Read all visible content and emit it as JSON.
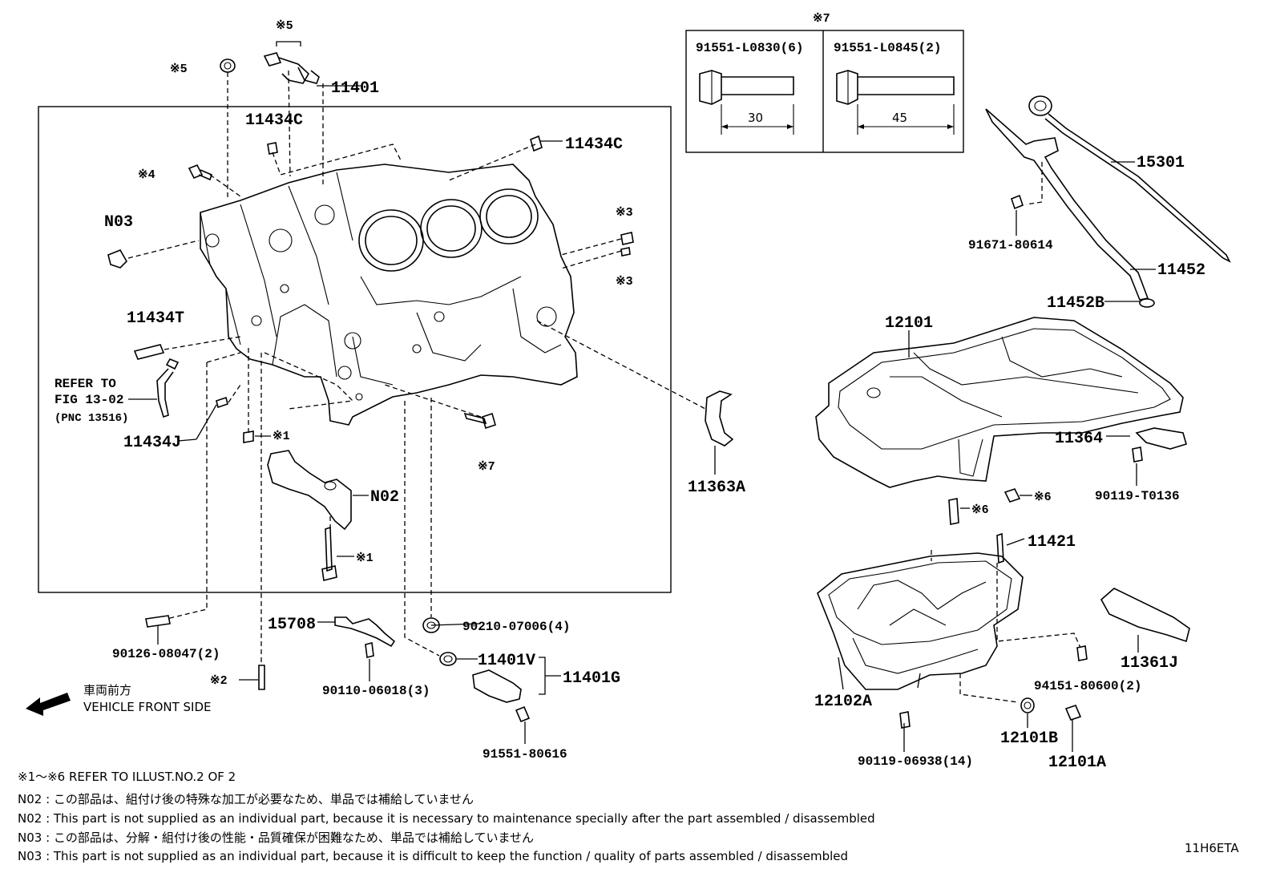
{
  "labels": {
    "p11401": "11401",
    "p11434c_a": "11434C",
    "p11434c_b": "11434C",
    "p11434t": "11434T",
    "p11434j": "11434J",
    "n03": "N03",
    "n02": "N02",
    "ref_to": "REFER TO",
    "fig": "FIG 13-02",
    "pnc": "(PNC 13516)",
    "m5_top": "※5",
    "m5_left": "※5",
    "m4": "※4",
    "m3_a": "※3",
    "m3_b": "※3",
    "m1_a": "※1",
    "m1_b": "※1",
    "m7_bolt": "※7",
    "m2": "※2",
    "m6_a": "※6",
    "m6_b": "※6",
    "m7_title": "※7",
    "p11363a": "11363A",
    "p90126": "90126-08047(2)",
    "p15708": "15708",
    "p90110": "90110-06018(3)",
    "p90210": "90210-07006(4)",
    "p11401v": "11401V",
    "p11401g": "11401G",
    "p91551_80616": "91551-80616",
    "p15301": "15301",
    "p91671": "91671-80614",
    "p11452": "11452",
    "p11452b": "11452B",
    "p12101": "12101",
    "p11364": "11364",
    "p90119_t0136": "90119-T0136",
    "p11421": "11421",
    "p12102a": "12102A",
    "p11361j": "11361J",
    "p94151": "94151-80600(2)",
    "p12101b": "12101B",
    "p12101a": "12101A",
    "p90119_06938": "90119-06938(14)"
  },
  "bolt_table": {
    "left_part": "91551-L0830(6)",
    "left_len": "30",
    "right_part": "91551-L0845(2)",
    "right_len": "45"
  },
  "front": {
    "jp": "車両前方",
    "en": "VEHICLE FRONT SIDE"
  },
  "notes": {
    "refer": "※1〜※6  REFER TO ILLUST.NO.2 OF 2",
    "n02_jp": "N02 : この部品は、組付け後の特殊な加工が必要なため、単品では補給していません",
    "n02_en": "N02 : This part is not supplied as an individual part, because it is necessary to maintenance specially after the part assembled / disassembled",
    "n03_jp": "N03 : この部品は、分解・組付け後の性能・品質確保が困難なため、単品では補給していません",
    "n03_en": "N03 : This part is not supplied as an individual part, because it is difficult to keep the function / quality of parts  assembled / disassembled"
  },
  "code": "11H6ETA"
}
